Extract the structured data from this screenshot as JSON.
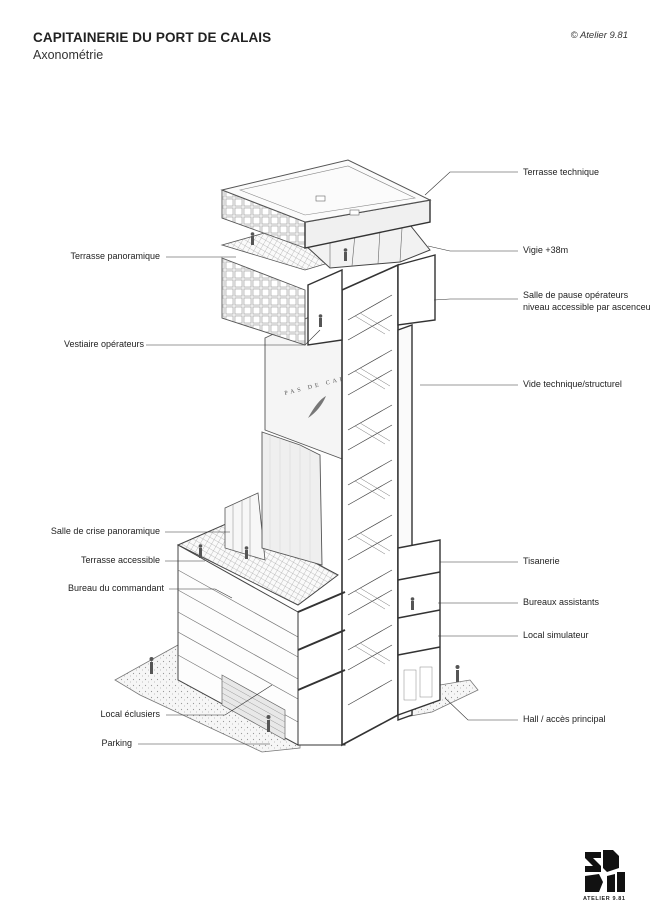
{
  "header": {
    "title": "CAPITAINERIE DU PORT DE CALAIS",
    "subtitle": "Axonométrie",
    "copyright": "© Atelier 9.81"
  },
  "facade_text": "PAS DE CALAIS",
  "labels_left": [
    {
      "id": "terrasse-panoramique",
      "text": "Terrasse panoramique"
    },
    {
      "id": "vestiaire-operateurs",
      "text": "Vestiaire opérateurs"
    },
    {
      "id": "salle-de-crise",
      "text": "Salle de crise panoramique"
    },
    {
      "id": "terrasse-accessible",
      "text": "Terrasse accessible"
    },
    {
      "id": "bureau-commandant",
      "text": "Bureau du commandant"
    },
    {
      "id": "local-eclusiers",
      "text": "Local éclusiers"
    },
    {
      "id": "parking",
      "text": "Parking"
    }
  ],
  "labels_right": [
    {
      "id": "terrasse-technique",
      "text": "Terrasse technique"
    },
    {
      "id": "vigie",
      "text": "Vigie +38m"
    },
    {
      "id": "salle-de-pause",
      "text": "Salle de pause opérateurs",
      "text2": "niveau accessible par ascenceur"
    },
    {
      "id": "vide-technique",
      "text": "Vide technique/structurel"
    },
    {
      "id": "tisanerie",
      "text": "Tisanerie"
    },
    {
      "id": "bureaux-assistants",
      "text": "Bureaux assistants"
    },
    {
      "id": "local-simulateur",
      "text": "Local simulateur"
    },
    {
      "id": "hall",
      "text": "Hall / accès principal"
    }
  ],
  "logo": {
    "text": "ATELIER 9.81"
  }
}
